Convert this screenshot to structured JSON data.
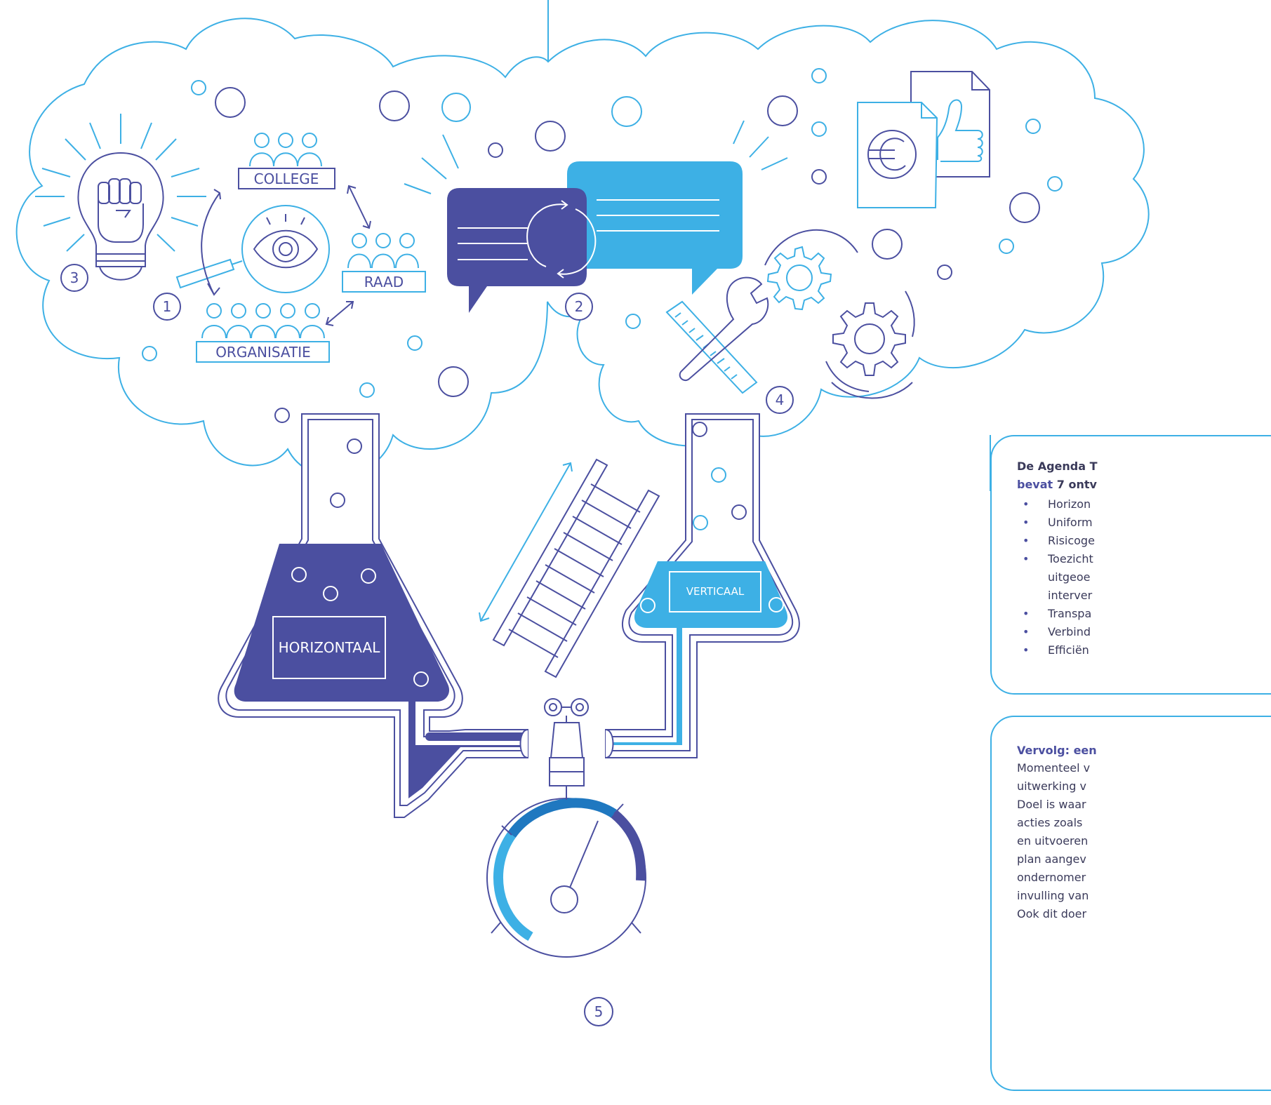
{
  "labels": {
    "college": "COLLEGE",
    "raad": "RAAD",
    "organisatie": "ORGANISATIE",
    "horizontaal": "HORIZONTAAL",
    "verticaal": "VERTICAAL"
  },
  "numbers": [
    "1",
    "2",
    "3",
    "4",
    "5"
  ],
  "panel1": {
    "title_part1": "De Agenda T",
    "title_part2_a": "bevat ",
    "title_part2_b": "7 ontv",
    "items": [
      "Horizon",
      "Uniform",
      "Risicoge",
      "Toezicht",
      "uitgeoe",
      "interver",
      "Transpa",
      "Verbind",
      "Efficiën"
    ]
  },
  "panel2": {
    "title": "Vervolg: een",
    "lines": [
      "Momenteel v",
      "uitwerking v",
      "Doel is waar",
      "acties zoals",
      "en uitvoeren",
      "plan aangev",
      "ondernomer",
      "invulling van",
      "Ook dit doer"
    ]
  },
  "colors": {
    "dark": "#4b4fa0",
    "light": "#3db0e5",
    "white": "#ffffff"
  }
}
